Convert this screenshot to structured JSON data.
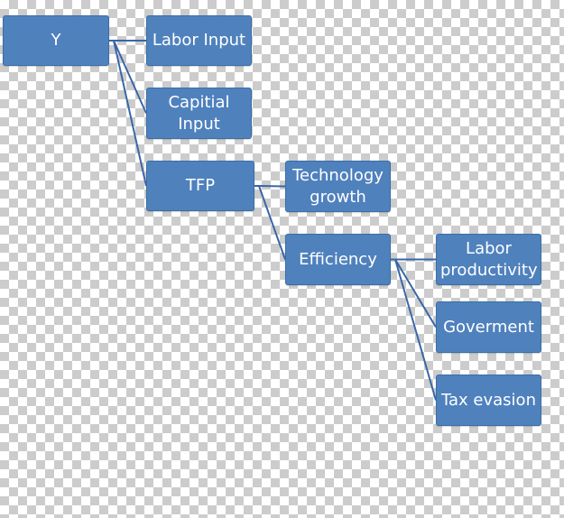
{
  "diagram": {
    "nodes": {
      "y": "Y",
      "labor_input": "Labor Input",
      "capital_input": "Capitial Input",
      "tfp": "TFP",
      "technology_growth": "Technology growth",
      "efficiency": "Efficiency",
      "labor_productivity": "Labor productivity",
      "government": "Goverment",
      "tax_evasion": "Tax evasion"
    },
    "edges": [
      [
        "y",
        "labor_input"
      ],
      [
        "y",
        "capital_input"
      ],
      [
        "y",
        "tfp"
      ],
      [
        "tfp",
        "technology_growth"
      ],
      [
        "tfp",
        "efficiency"
      ],
      [
        "efficiency",
        "labor_productivity"
      ],
      [
        "efficiency",
        "government"
      ],
      [
        "efficiency",
        "tax_evasion"
      ]
    ],
    "colors": {
      "node_fill": "#4f81bd",
      "node_text": "#ffffff",
      "connector": "#3a66a8"
    }
  }
}
